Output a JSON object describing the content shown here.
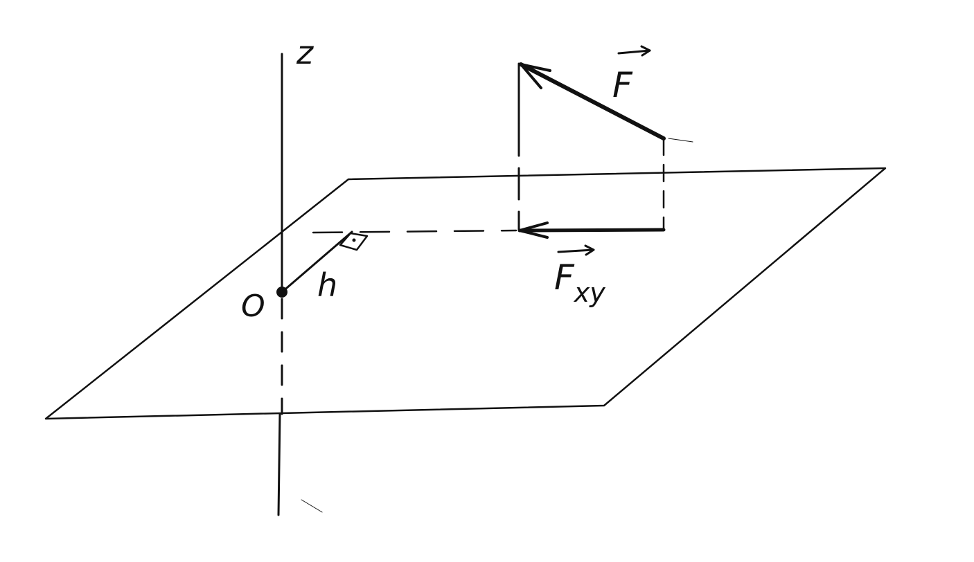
{
  "labels": {
    "z_axis": "z",
    "origin": "O",
    "h": "h",
    "force": "F",
    "force_projection": "F",
    "force_projection_subscript": "xy"
  },
  "colors": {
    "ink": "#111111",
    "paper": "#ffffff"
  }
}
